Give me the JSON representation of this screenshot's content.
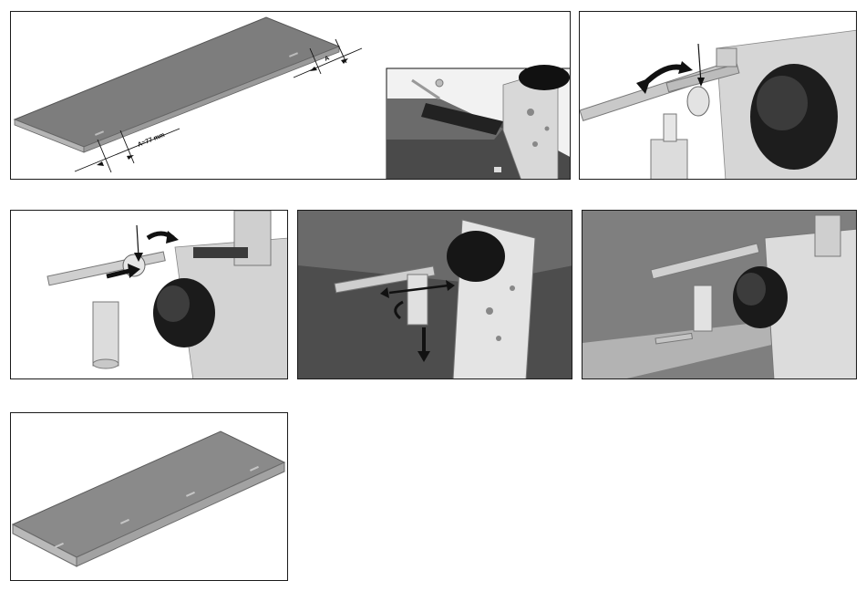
{
  "panels": [
    {
      "id": "panel-1",
      "caption": ""
    },
    {
      "id": "panel-2",
      "caption": ""
    },
    {
      "id": "panel-3",
      "caption": ""
    },
    {
      "id": "panel-4",
      "caption": ""
    },
    {
      "id": "panel-5",
      "caption": ""
    },
    {
      "id": "panel-6",
      "caption": ""
    }
  ],
  "dimensions": {
    "offset_label": "A=77 mm",
    "marker_label": "A"
  }
}
